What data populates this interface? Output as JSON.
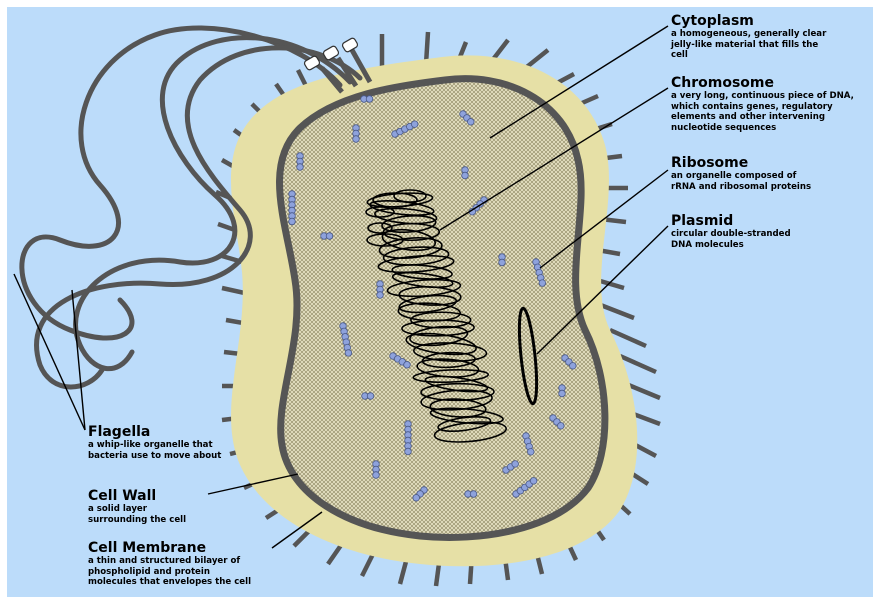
{
  "labels": {
    "cytoplasm": {
      "title": "Cytoplasm",
      "desc": "a homogeneous, generally clear\njelly-like material that fills the\ncell"
    },
    "chromosome": {
      "title": "Chromosome",
      "desc": "a very long, continuous piece of DNA,\nwhich contains genes, regulatory\nelements and other intervening\nnucleotide sequences"
    },
    "ribosome": {
      "title": "Ribosome",
      "desc": "an organelle composed of\nrRNA and ribosomal proteins"
    },
    "plasmid": {
      "title": "Plasmid",
      "desc": "circular double-stranded\nDNA molecules"
    },
    "flagella": {
      "title": "Flagella",
      "desc": "a whip-like organelle that\nbacteria use to move about"
    },
    "cell_wall": {
      "title": "Cell Wall",
      "desc": "a solid layer\nsurrounding the cell"
    },
    "cell_membrane": {
      "title": "Cell Membrane",
      "desc": "a thin and structured bilayer of\nphospholipid and protein\nmolecules that envelopes the cell"
    }
  },
  "colors": {
    "background": "#bcdcfa",
    "cell_wall": "#e6e0a6",
    "membrane": "#555555",
    "cytoplasm": "#9c9672",
    "ribosome": "#8ea2dc",
    "dna": "#000000"
  }
}
